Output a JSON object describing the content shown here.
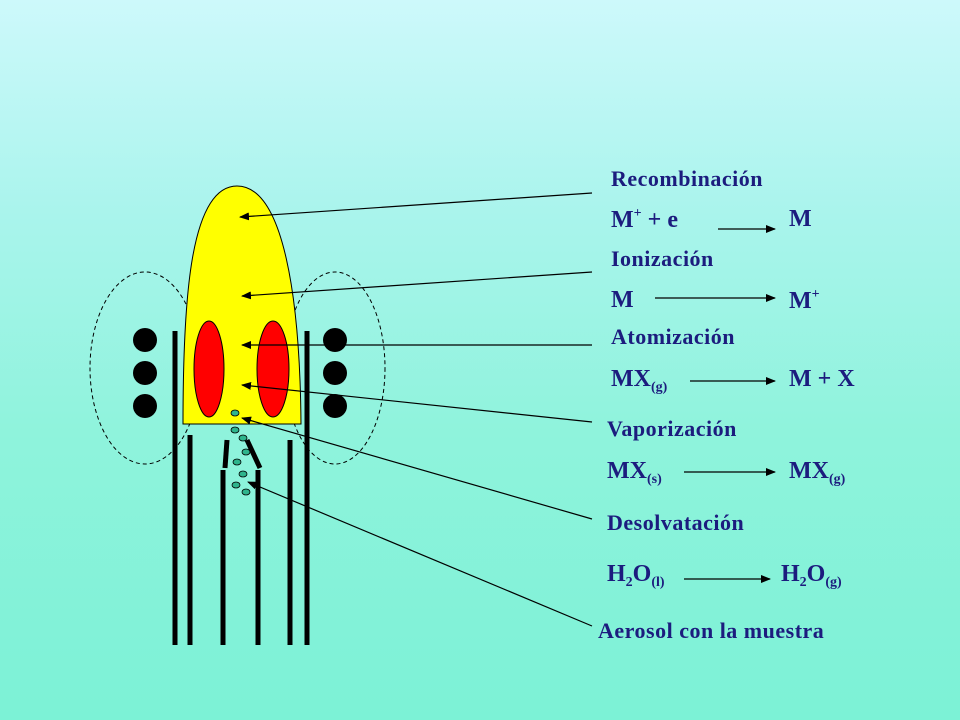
{
  "stages": {
    "recombinacion": {
      "title": "Recombinación",
      "lhs_main": "M",
      "lhs_sup": "+",
      "lhs_rest": " + e",
      "rhs": "M"
    },
    "ionizacion": {
      "title": "Ionización",
      "lhs": "M",
      "rhs_main": "M",
      "rhs_sup": "+"
    },
    "atomizacion": {
      "title": "Atomización",
      "lhs_main": "MX",
      "lhs_sub": "(g)",
      "rhs": "M + X"
    },
    "vaporizacion": {
      "title": "Vaporización",
      "lhs_main": "MX",
      "lhs_sub": "(s)",
      "rhs_main": "MX",
      "rhs_sub": "(g)"
    },
    "desolvatacion": {
      "title": "Desolvatación",
      "lhs_a": "H",
      "lhs_sub1": "2",
      "lhs_b": "O",
      "lhs_sub2": "(l)",
      "rhs_a": "H",
      "rhs_sub1": "2",
      "rhs_b": "O",
      "rhs_sub2": "(g)"
    },
    "aerosol": {
      "title": "Aerosol con la muestra"
    }
  },
  "colors": {
    "flame": "#ffff00",
    "hot_zones": "#ff0000",
    "text": "#1c1c7e",
    "ink": "#000000",
    "droplets": "#2eb48c"
  }
}
